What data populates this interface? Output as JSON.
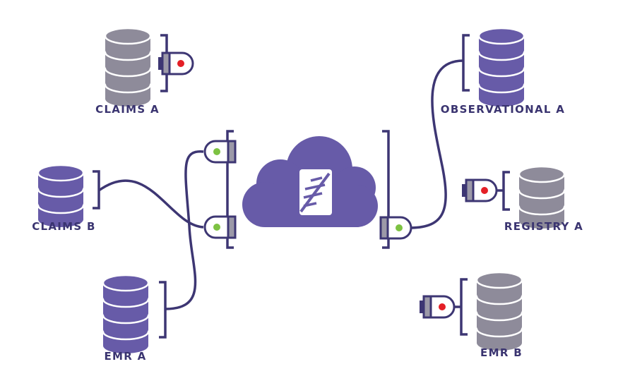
{
  "colors": {
    "connected": "#675ba8",
    "disconnected": "#8e8b9a",
    "line": "#3d3673",
    "label": "#3a3470",
    "dot_connected": "#7dc242",
    "dot_disconnected": "#e41f26",
    "plug_body": "#ffffff",
    "plug_grey": "#9c99a8",
    "plug_dark": "#3a3470"
  },
  "hub": {
    "name": "cloud-hub",
    "logo_icon": "ladder-logo-icon"
  },
  "sources": [
    {
      "id": "claims-a",
      "label": "CLAIMS A",
      "connected": false
    },
    {
      "id": "claims-b",
      "label": "CLAIMS B",
      "connected": true
    },
    {
      "id": "emr-a",
      "label": "EMR A",
      "connected": true
    },
    {
      "id": "observational-a",
      "label": "OBSERVATIONAL A",
      "connected": true
    },
    {
      "id": "registry-a",
      "label": "REGISTRY A",
      "connected": false
    },
    {
      "id": "emr-b",
      "label": "EMR B",
      "connected": false
    }
  ]
}
